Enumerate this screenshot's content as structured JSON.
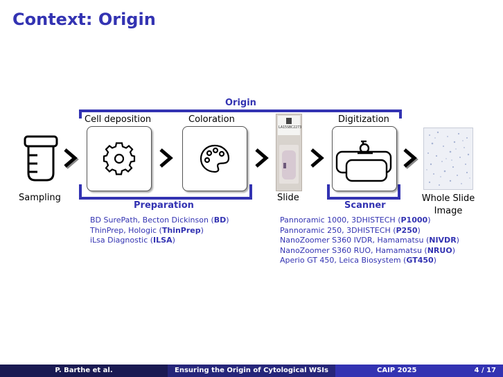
{
  "title": "Context: Origin",
  "diagram": {
    "origin_label": "Origin",
    "stages": {
      "sampling": "Sampling",
      "cell_deposition": "Cell deposition",
      "coloration": "Coloration",
      "slide": "Slide",
      "digitization": "Digitization",
      "whole_slide_image": "Whole Slide Image"
    },
    "slide_code": "LA15SBC2273",
    "preparation_label": "Preparation",
    "scanner_label": "Scanner",
    "preparation_items": [
      {
        "text": "BD SurePath, Becton Dickinson (",
        "code": "BD",
        "end": ")"
      },
      {
        "text": "ThinPrep, Hologic (",
        "code": "ThinPrep",
        "end": ")"
      },
      {
        "text": "iLsa Diagnostic (",
        "code": "ILSA",
        "end": ")"
      }
    ],
    "scanner_items": [
      {
        "text": "Pannoramic 1000, 3DHISTECH (",
        "code": "P1000",
        "end": ")"
      },
      {
        "text": "Pannoramic 250, 3DHISTECH (",
        "code": "P250",
        "end": ")"
      },
      {
        "text": "NanoZoomer S360 IVDR, Hamamatsu (",
        "code": "NIVDR",
        "end": ")"
      },
      {
        "text": "NanoZoomer S360 RUO, Hamamatsu (",
        "code": "NRUO",
        "end": ")"
      },
      {
        "text": "Aperio GT 450, Leica Biosystem (",
        "code": "GT450",
        "end": ")"
      }
    ],
    "accent_color": "#3333b2",
    "icons": [
      "beaker-icon",
      "gear-icon",
      "palette-icon",
      "slide-photo",
      "scanner-icon",
      "wsi-thumbnail"
    ]
  },
  "footer": {
    "author": "P. Barthe et al.",
    "talk_title": "Ensuring the Origin of Cytological WSIs",
    "conference": "CAIP 2025",
    "page": "4 / 17"
  }
}
